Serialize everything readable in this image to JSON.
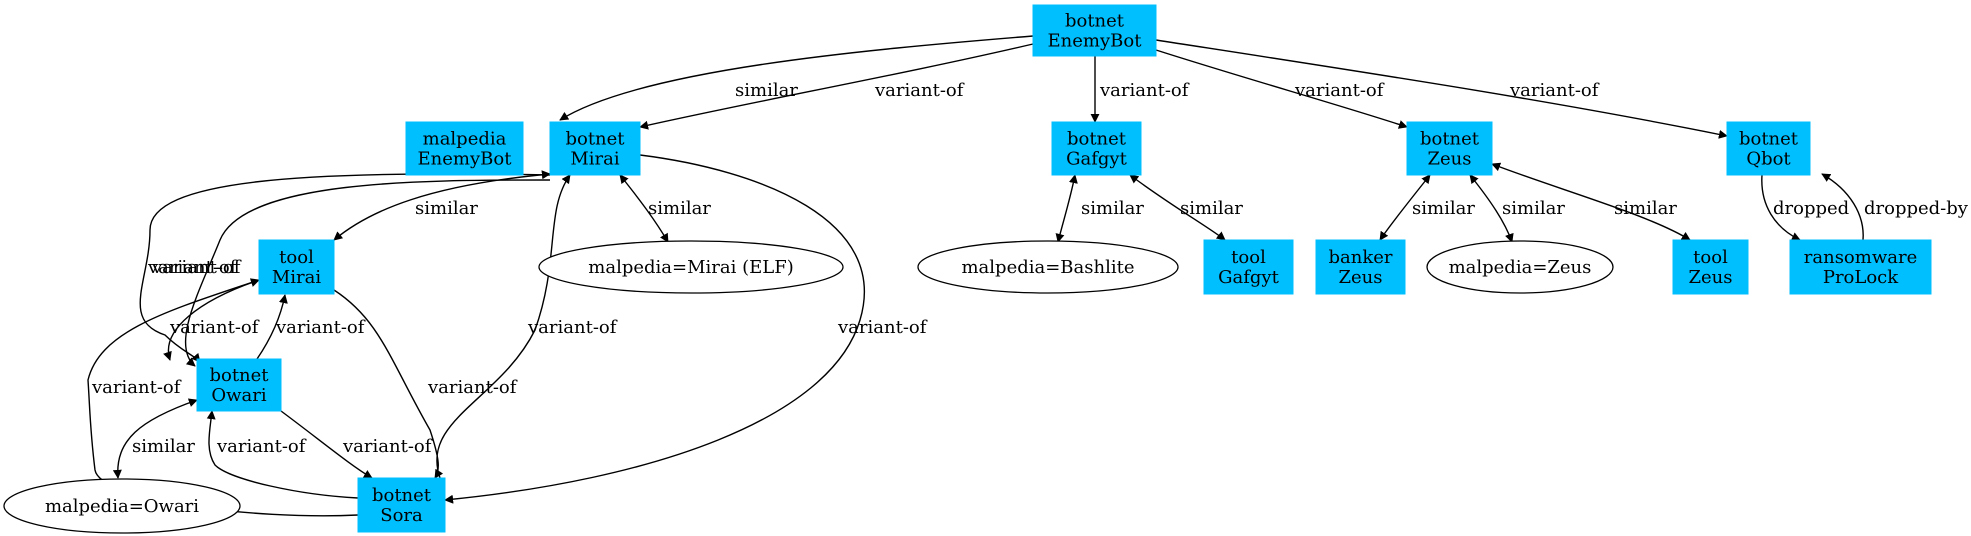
{
  "nodes": [
    {
      "id": "botnet-enemybot",
      "type": "box",
      "lines": [
        "botnet",
        "EnemyBot"
      ]
    },
    {
      "id": "malpedia-enemybot",
      "type": "box",
      "lines": [
        "malpedia",
        "EnemyBot"
      ]
    },
    {
      "id": "botnet-mirai",
      "type": "box",
      "lines": [
        "botnet",
        "Mirai"
      ]
    },
    {
      "id": "botnet-gafgyt",
      "type": "box",
      "lines": [
        "botnet",
        "Gafgyt"
      ]
    },
    {
      "id": "botnet-zeus",
      "type": "box",
      "lines": [
        "botnet",
        "Zeus"
      ]
    },
    {
      "id": "botnet-qbot",
      "type": "box",
      "lines": [
        "botnet",
        "Qbot"
      ]
    },
    {
      "id": "tool-mirai",
      "type": "box",
      "lines": [
        "tool",
        "Mirai"
      ]
    },
    {
      "id": "malpedia-mirai-elf",
      "type": "ellipse",
      "lines": [
        "malpedia=Mirai (ELF)"
      ]
    },
    {
      "id": "malpedia-bashlite",
      "type": "ellipse",
      "lines": [
        "malpedia=Bashlite"
      ]
    },
    {
      "id": "tool-gafgyt",
      "type": "box",
      "lines": [
        "tool",
        "Gafgyt"
      ]
    },
    {
      "id": "banker-zeus",
      "type": "box",
      "lines": [
        "banker",
        "Zeus"
      ]
    },
    {
      "id": "malpedia-zeus",
      "type": "ellipse",
      "lines": [
        "malpedia=Zeus"
      ]
    },
    {
      "id": "tool-zeus",
      "type": "box",
      "lines": [
        "tool",
        "Zeus"
      ]
    },
    {
      "id": "ransomware-prolock",
      "type": "box",
      "lines": [
        "ransomware",
        "ProLock"
      ]
    },
    {
      "id": "botnet-owari",
      "type": "box",
      "lines": [
        "botnet",
        "Owari"
      ]
    },
    {
      "id": "malpedia-owari",
      "type": "ellipse",
      "lines": [
        "malpedia=Owari"
      ]
    },
    {
      "id": "botnet-sora",
      "type": "box",
      "lines": [
        "botnet",
        "Sora"
      ]
    }
  ],
  "edges": [
    {
      "id": "e1",
      "from": "botnet-enemybot",
      "to": "malpedia-enemybot",
      "label": "similar"
    },
    {
      "id": "e2",
      "from": "botnet-enemybot",
      "to": "botnet-mirai",
      "label": "variant-of"
    },
    {
      "id": "e3",
      "from": "botnet-enemybot",
      "to": "botnet-gafgyt",
      "label": "variant-of"
    },
    {
      "id": "e4",
      "from": "botnet-enemybot",
      "to": "botnet-zeus",
      "label": "variant-of"
    },
    {
      "id": "e5",
      "from": "botnet-enemybot",
      "to": "botnet-qbot",
      "label": "variant-of"
    },
    {
      "id": "e6",
      "from": "botnet-mirai",
      "to": "tool-mirai",
      "label": "similar"
    },
    {
      "id": "e7",
      "from": "botnet-mirai",
      "to": "malpedia-mirai-elf",
      "label": "similar"
    },
    {
      "id": "e8",
      "from": "botnet-mirai",
      "to": "botnet-sora",
      "label": "variant-of"
    },
    {
      "id": "e9",
      "from": "botnet-mirai",
      "to": "botnet-owari",
      "label": "variant-of"
    },
    {
      "id": "e10",
      "from": "botnet-mirai",
      "to": "botnet-owari",
      "label": "variant-of"
    },
    {
      "id": "e11",
      "from": "botnet-sora",
      "to": "botnet-mirai",
      "label": "variant-of"
    },
    {
      "id": "e12",
      "from": "botnet-gafgyt",
      "to": "malpedia-bashlite",
      "label": "similar"
    },
    {
      "id": "e13",
      "from": "botnet-gafgyt",
      "to": "tool-gafgyt",
      "label": "similar"
    },
    {
      "id": "e14",
      "from": "botnet-zeus",
      "to": "banker-zeus",
      "label": "similar"
    },
    {
      "id": "e15",
      "from": "botnet-zeus",
      "to": "malpedia-zeus",
      "label": "similar"
    },
    {
      "id": "e16",
      "from": "botnet-zeus",
      "to": "tool-zeus",
      "label": "similar"
    },
    {
      "id": "e17",
      "from": "botnet-qbot",
      "to": "ransomware-prolock",
      "label": "dropped"
    },
    {
      "id": "e18",
      "from": "ransomware-prolock",
      "to": "botnet-qbot",
      "label": "dropped-by"
    },
    {
      "id": "e19",
      "from": "tool-mirai",
      "to": "botnet-owari",
      "label": "variant-of"
    },
    {
      "id": "e20",
      "from": "botnet-owari",
      "to": "tool-mirai",
      "label": "variant-of"
    },
    {
      "id": "e21",
      "from": "tool-mirai",
      "to": "botnet-sora",
      "label": "variant-of"
    },
    {
      "id": "e22",
      "from": "botnet-sora",
      "to": "tool-mirai",
      "label": "variant-of"
    },
    {
      "id": "e23",
      "from": "botnet-owari",
      "to": "malpedia-owari",
      "label": "similar"
    },
    {
      "id": "e24",
      "from": "botnet-owari",
      "to": "botnet-sora",
      "label": "variant-of"
    },
    {
      "id": "e25",
      "from": "botnet-sora",
      "to": "botnet-owari",
      "label": "variant-of"
    }
  ],
  "colors": {
    "node_fill": "#00bfff",
    "edge": "#000000",
    "background": "#ffffff"
  }
}
